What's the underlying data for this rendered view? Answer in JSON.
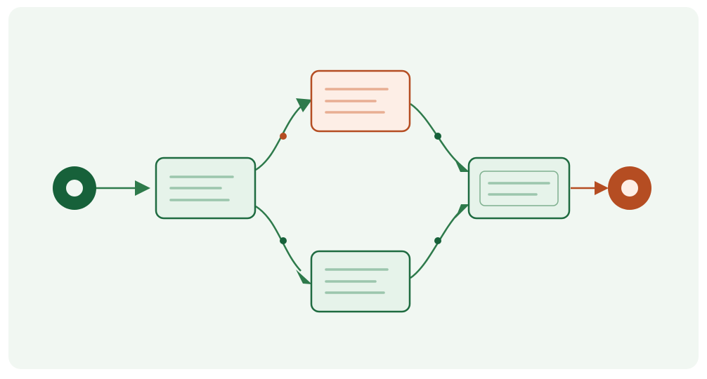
{
  "diagram": {
    "type": "flow",
    "start_node": {
      "shape": "ring"
    },
    "end_node": {
      "shape": "ring"
    },
    "nodes": [
      {
        "id": "task-a",
        "style": "normal",
        "text_lines": 3
      },
      {
        "id": "task-upper",
        "style": "highlighted",
        "text_lines": 3
      },
      {
        "id": "task-lower",
        "style": "normal",
        "text_lines": 3
      },
      {
        "id": "task-merge",
        "style": "framed",
        "text_lines": 2
      }
    ],
    "edges": [
      {
        "from": "start",
        "to": "task-a",
        "style": "primary"
      },
      {
        "from": "task-a",
        "to": "task-upper",
        "style": "primary",
        "waypoint": "accent"
      },
      {
        "from": "task-a",
        "to": "task-lower",
        "style": "primary",
        "waypoint": "primary"
      },
      {
        "from": "task-upper",
        "to": "task-merge",
        "style": "primary",
        "waypoint": "primary"
      },
      {
        "from": "task-lower",
        "to": "task-merge",
        "style": "primary",
        "waypoint": "primary"
      },
      {
        "from": "task-merge",
        "to": "end",
        "style": "accent"
      }
    ]
  },
  "colors": {
    "panel_bg": "#f1f7f2",
    "primary": "#1e6b40",
    "primary_dark": "#17613a",
    "node_fill": "#e6f3ea",
    "text_line": "#9cc6ad",
    "accent": "#b54d22",
    "accent_fill": "#fdeee6",
    "accent_text_line": "#e8ae93"
  }
}
